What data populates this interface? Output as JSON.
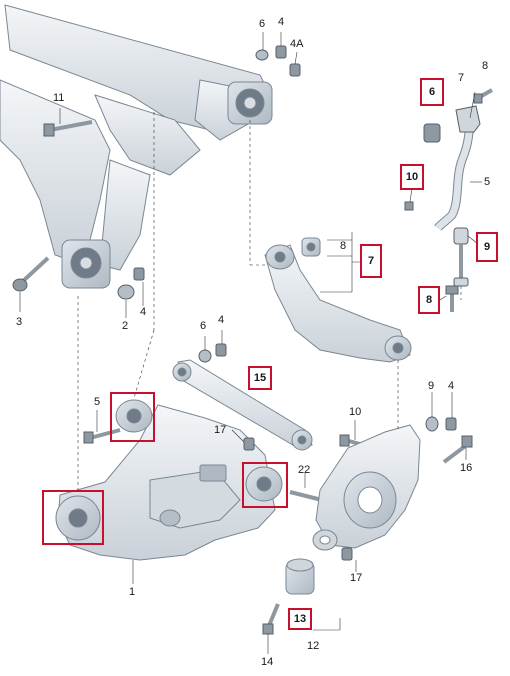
{
  "diagram": {
    "highlight_color": "#c8102e",
    "part_color": "#e3e8ed",
    "part_stroke": "#7a8793",
    "labels": {
      "p6_top": "6",
      "p4_top": "4",
      "p4a": "4A",
      "p11": "11",
      "p3": "3",
      "p2": "2",
      "p4_left": "4",
      "p6_mid": "6",
      "p4_mid": "4",
      "p5_left": "5",
      "p15": "15",
      "p17_upper": "17",
      "p22": "22",
      "p10_mid": "10",
      "p9_right": "9",
      "p4_right": "4",
      "p16": "16",
      "p1": "1",
      "p13": "13",
      "p14": "14",
      "p12": "12",
      "p17_lower": "17",
      "p8_upper": "8",
      "p7_mid": "7",
      "p6_stab": "6",
      "p7_stab": "7",
      "p8_stab_top": "8",
      "p10_stab": "10",
      "p5_stab": "5",
      "p9_stab": "9",
      "p8_stab_bottom": "8"
    }
  }
}
